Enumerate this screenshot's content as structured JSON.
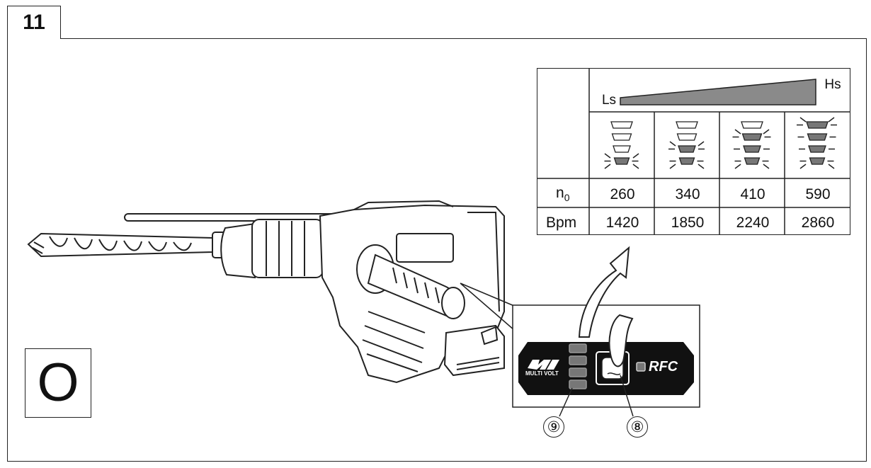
{
  "figure": {
    "number": "11",
    "mode_symbol": "O"
  },
  "speed_table": {
    "scale_low": "Ls",
    "scale_high": "Hs",
    "row_labels": {
      "n0_main": "n",
      "n0_sub": "0",
      "bpm": "Bpm"
    },
    "columns": [
      {
        "level": 1,
        "lit_leds": 1,
        "n0": "260",
        "bpm": "1420"
      },
      {
        "level": 2,
        "lit_leds": 2,
        "n0": "340",
        "bpm": "1850"
      },
      {
        "level": 3,
        "lit_leds": 3,
        "n0": "410",
        "bpm": "2240"
      },
      {
        "level": 4,
        "lit_leds": 4,
        "n0": "590",
        "bpm": "2860"
      }
    ]
  },
  "panel": {
    "brand_line": "MULTI VOLT",
    "rfc_label": "RFC"
  },
  "callouts": {
    "leds": "⑨",
    "button": "⑧"
  },
  "colors": {
    "led_lit": "#777777",
    "panel_bg": "#111111",
    "bar_fill": "#8a8a8a"
  }
}
